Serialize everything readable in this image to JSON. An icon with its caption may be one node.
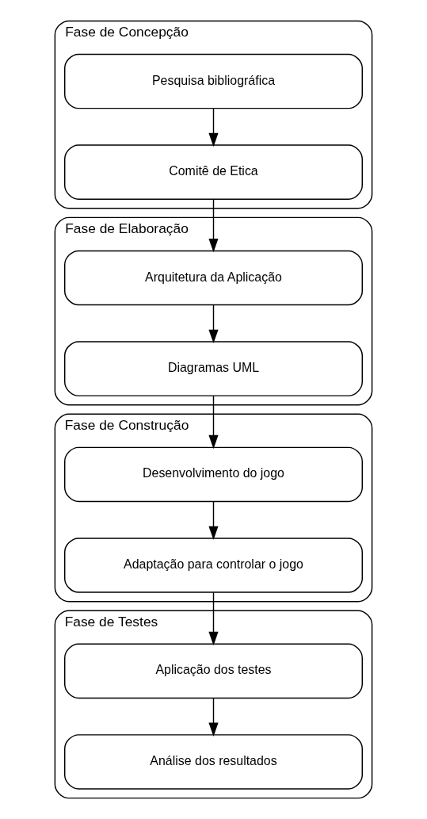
{
  "diagram": {
    "nodes": [
      {
        "text": [
          "Fase de Concepção"
        ]
      },
      {
        "text": [
          "Pesquisa bibliográfica"
        ],
        "in": 0
      },
      {
        "text": [
          "Comitê de Etica"
        ],
        "in": 0
      },
      {
        "text": [
          "Fase de Elaboração"
        ]
      },
      {
        "text": [
          "Arquitetura da Aplicação"
        ],
        "in": 3
      },
      {
        "text": [
          "Diagramas UML"
        ],
        "in": 3
      },
      {
        "text": [
          "Fase de Construção"
        ]
      },
      {
        "text": [
          "Desenvolvimento do jogo"
        ],
        "in": 6
      },
      {
        "text": [
          "Adaptação para controlar o jogo"
        ],
        "in": 6
      },
      {
        "text": [
          "Fase de Testes"
        ]
      },
      {
        "text": [
          "Aplicação dos testes"
        ],
        "in": 9
      },
      {
        "text": [
          "Análise dos resultados"
        ],
        "in": 9
      }
    ],
    "edges": [
      {
        "from": 1,
        "to": 2,
        "arrow": "to"
      },
      {
        "from": 2,
        "to": 4,
        "arrow": "to"
      },
      {
        "from": 4,
        "to": 5,
        "arrow": "to"
      },
      {
        "from": 5,
        "to": 7,
        "arrow": "to"
      },
      {
        "from": 7,
        "to": 8,
        "arrow": "to"
      },
      {
        "from": 8,
        "to": 10,
        "arrow": "to"
      },
      {
        "from": 10,
        "to": 11,
        "arrow": "to"
      }
    ]
  }
}
